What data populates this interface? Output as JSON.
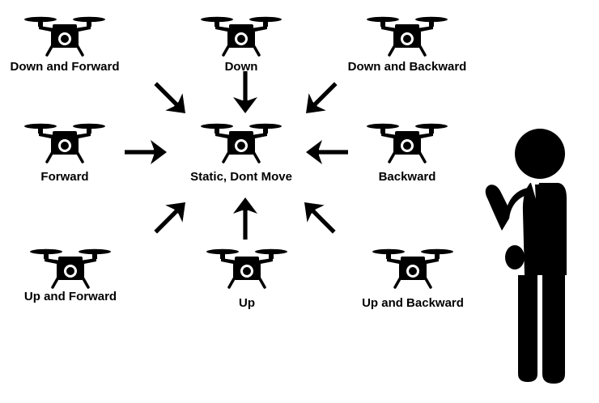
{
  "colors": {
    "ink": "#000000",
    "background": "#ffffff"
  },
  "icons": {
    "drone": "drone-icon",
    "arrow": "arrow-icon",
    "person": "person-icon"
  },
  "drones": [
    {
      "id": "down-forward",
      "label": "Down and Forward"
    },
    {
      "id": "down",
      "label": "Down"
    },
    {
      "id": "down-backward",
      "label": "Down and Backward"
    },
    {
      "id": "forward",
      "label": "Forward"
    },
    {
      "id": "static",
      "label": "Static, Dont Move"
    },
    {
      "id": "backward",
      "label": "Backward"
    },
    {
      "id": "up-forward",
      "label": "Up and Forward"
    },
    {
      "id": "up",
      "label": "Up"
    },
    {
      "id": "up-backward",
      "label": "Up and Backward"
    }
  ]
}
